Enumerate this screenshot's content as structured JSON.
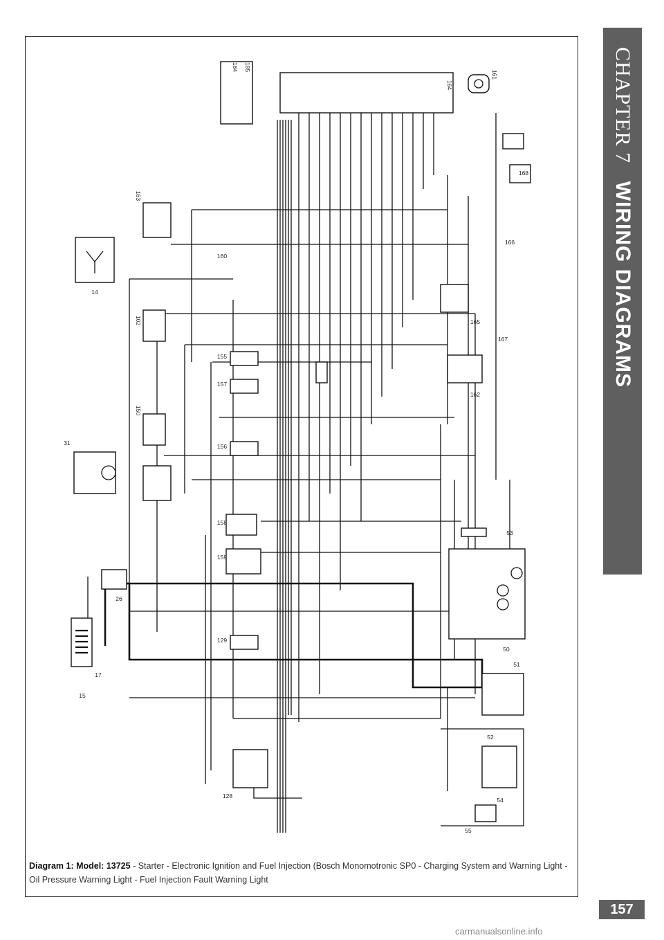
{
  "side_tab": {
    "chapter": "CHAPTER 7",
    "title": "WIRING DIAGRAMS"
  },
  "caption": {
    "prefix": "Diagram 1: Model: 13725",
    "text": " - Starter - Electronic Ignition and Fuel Injection (Bosch Monomotronic SP0 - Charging System and Warning Light - Oil Pressure Warning Light - Fuel Injection Fault Warning Light"
  },
  "page_number": "157",
  "watermark": "carmanualsonline.info",
  "components": [
    {
      "id": "ecu",
      "label": "164"
    },
    {
      "id": "lambda",
      "label": "161"
    },
    {
      "id": "relay-top",
      "label": "163"
    },
    {
      "id": "relay-2",
      "label": "150"
    },
    {
      "id": "relay-3",
      "label": "102"
    },
    {
      "id": "conn-top",
      "label": "184"
    },
    {
      "id": "conn-top-2",
      "label": "185"
    },
    {
      "id": "alternator",
      "label": "14"
    },
    {
      "id": "starter",
      "label": "31"
    },
    {
      "id": "battery",
      "label": "17"
    },
    {
      "id": "fuse-box",
      "label": "26"
    },
    {
      "id": "ignition-switch",
      "label": "128"
    },
    {
      "id": "instrument",
      "label": "50"
    },
    {
      "id": "coil",
      "label": "129"
    },
    {
      "id": "pump-relay",
      "label": "159"
    },
    {
      "id": "sensor-a",
      "label": "155"
    },
    {
      "id": "sensor-b",
      "label": "156"
    },
    {
      "id": "sensor-c",
      "label": "157"
    },
    {
      "id": "sensor-d",
      "label": "158"
    },
    {
      "id": "sensor-e",
      "label": "160"
    },
    {
      "id": "sensor-f",
      "label": "162"
    },
    {
      "id": "sensor-g",
      "label": "165"
    },
    {
      "id": "conn-right-a",
      "label": "166"
    },
    {
      "id": "conn-right-b",
      "label": "167"
    },
    {
      "id": "conn-right-c",
      "label": "168"
    },
    {
      "id": "earth",
      "label": "15"
    },
    {
      "id": "diag-socket",
      "label": "51"
    },
    {
      "id": "injector",
      "label": "52"
    },
    {
      "id": "warn-light",
      "label": "53"
    },
    {
      "id": "relay-bottom",
      "label": "54"
    },
    {
      "id": "junction-bottom",
      "label": "55"
    }
  ]
}
